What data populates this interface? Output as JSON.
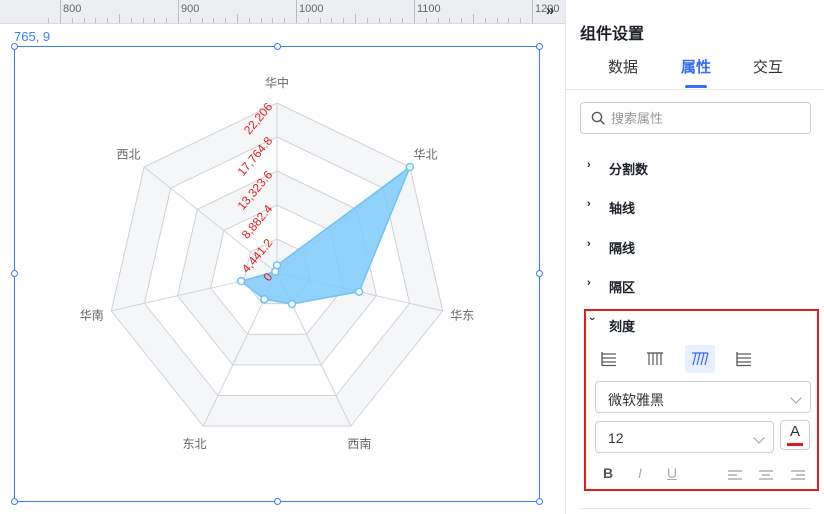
{
  "canvas": {
    "ruler_labels": [
      "800",
      "900",
      "1000",
      "1100",
      "1200"
    ],
    "coord_text": "765, 9",
    "collapse_icon": "double-chevron-right-icon"
  },
  "chart_data": {
    "type": "radar",
    "indicators": [
      "华中",
      "华北",
      "华东",
      "西南",
      "东北",
      "华南",
      "西北"
    ],
    "radial_ticks": [
      "0",
      "4,441.2",
      "8,882.4",
      "13,323.6",
      "17,764.8",
      "22,206"
    ],
    "max": 22206,
    "split_number": 5,
    "series": [
      {
        "values": [
          1000,
          22206,
          11000,
          4500,
          3800,
          4800,
          300
        ]
      }
    ],
    "colors": {
      "fill": "#7ecbfb",
      "stroke": "#6cc3f5",
      "tick_label": "#e01d1d",
      "axis": "#cfd2d8",
      "split_area_alt": "#f5f6f8"
    }
  },
  "panel": {
    "title": "组件设置",
    "tabs": [
      {
        "label": "数据",
        "active": false
      },
      {
        "label": "属性",
        "active": true
      },
      {
        "label": "交互",
        "active": false
      }
    ],
    "search_placeholder": "搜索属性",
    "sections": [
      {
        "label": "分割数",
        "expanded": false
      },
      {
        "label": "轴线",
        "expanded": false
      },
      {
        "label": "隔线",
        "expanded": false
      },
      {
        "label": "隔区",
        "expanded": false
      },
      {
        "label": "刻度",
        "expanded": true
      }
    ],
    "tick_settings": {
      "font_family": "微软雅黑",
      "font_size": "12",
      "font_color": "#e01d1d",
      "color_icon_letter": "A",
      "bold_label": "B",
      "italic_label": "I",
      "underline_label": "U"
    }
  }
}
